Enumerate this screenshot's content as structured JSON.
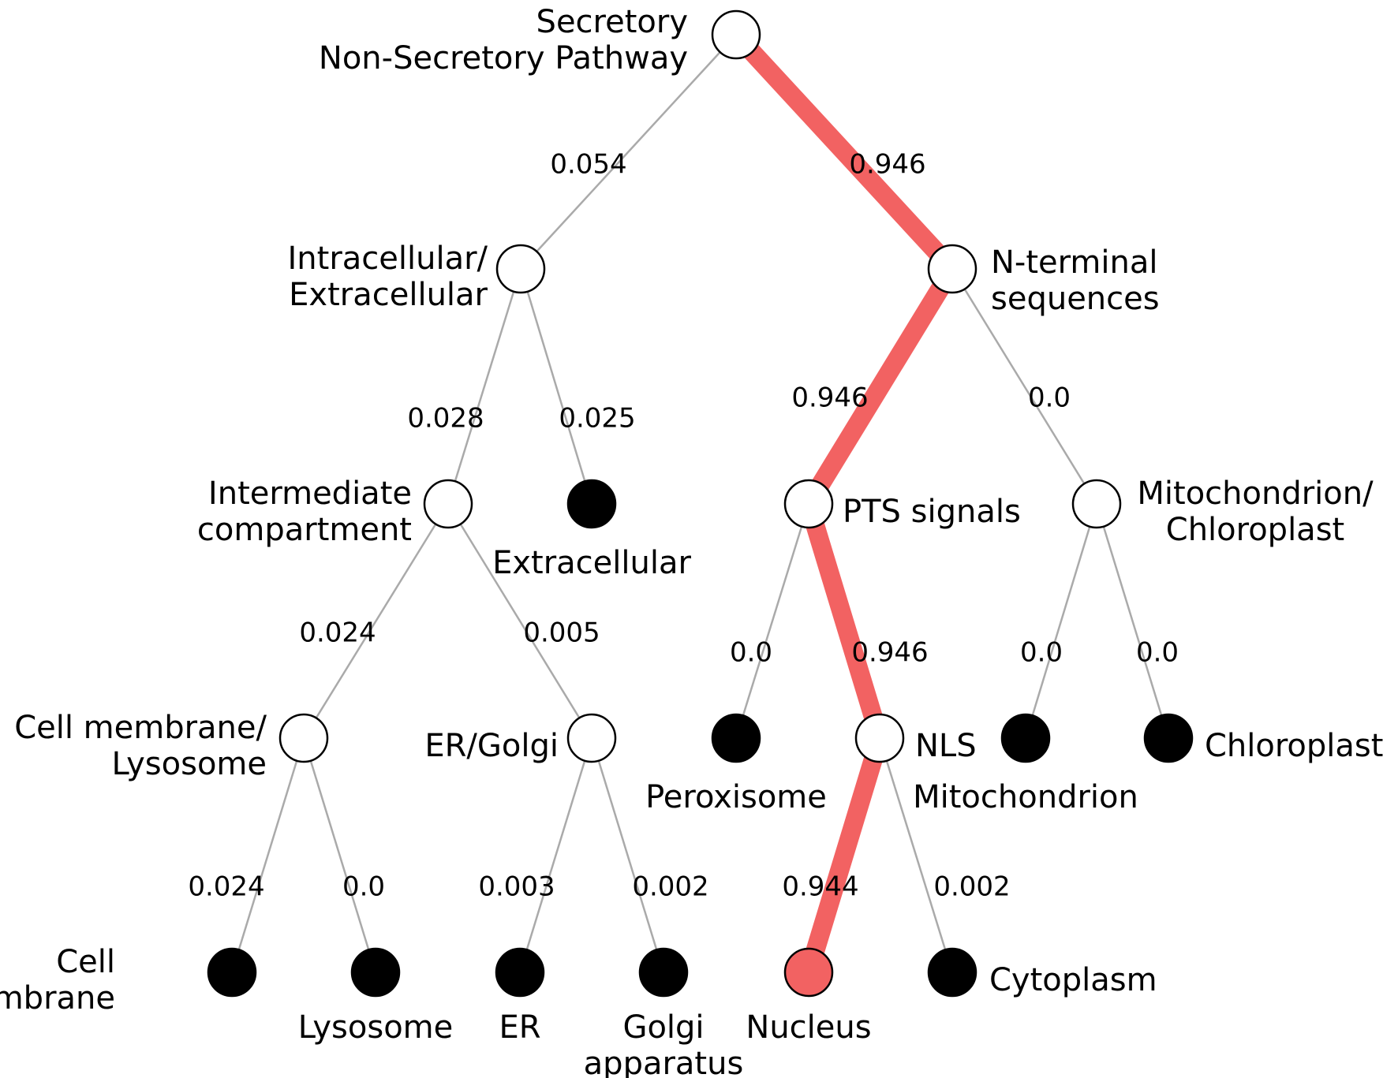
{
  "colors": {
    "highlight": "#f26262",
    "edge": "#aaaaaa",
    "internal_node": "#ffffff",
    "leaf_node": "#000000"
  },
  "nodes": {
    "root": {
      "label": [
        "Secretory",
        "Non-Secretory Pathway"
      ],
      "type": "internal"
    },
    "intra": {
      "label": [
        "Intracellular/",
        "Extracellular"
      ],
      "type": "internal"
    },
    "nterm": {
      "label": [
        "N-terminal",
        "sequences"
      ],
      "type": "internal"
    },
    "intermed": {
      "label": [
        "Intermediate",
        "compartment"
      ],
      "type": "internal"
    },
    "extra": {
      "label": [
        "Extracellular"
      ],
      "type": "leaf"
    },
    "pts": {
      "label": [
        "PTS signals"
      ],
      "type": "internal"
    },
    "mitochlo": {
      "label": [
        "Mitochondrion/",
        "Chloroplast"
      ],
      "type": "internal"
    },
    "cellmemlys": {
      "label": [
        "Cell membrane/",
        "Lysosome"
      ],
      "type": "internal"
    },
    "ergolgi": {
      "label": [
        "ER/Golgi"
      ],
      "type": "internal"
    },
    "perox": {
      "label": [
        "Peroxisome"
      ],
      "type": "leaf"
    },
    "nls": {
      "label": [
        "NLS"
      ],
      "type": "internal"
    },
    "mito": {
      "label": [
        "Mitochondrion"
      ],
      "type": "leaf"
    },
    "chloro": {
      "label": [
        "Chloroplast"
      ],
      "type": "leaf"
    },
    "cellmem": {
      "label": [
        "Cell",
        "membrane"
      ],
      "type": "leaf"
    },
    "lyso": {
      "label": [
        "Lysosome"
      ],
      "type": "leaf"
    },
    "er": {
      "label": [
        "ER"
      ],
      "type": "leaf"
    },
    "golgi": {
      "label": [
        "Golgi",
        "apparatus"
      ],
      "type": "leaf"
    },
    "nucleus": {
      "label": [
        "Nucleus"
      ],
      "type": "leaf",
      "highlighted": true
    },
    "cyto": {
      "label": [
        "Cytoplasm"
      ],
      "type": "leaf"
    }
  },
  "edges": [
    {
      "from": "root",
      "to": "intra",
      "prob": "0.054"
    },
    {
      "from": "root",
      "to": "nterm",
      "prob": "0.946",
      "highlighted": true
    },
    {
      "from": "intra",
      "to": "intermed",
      "prob": "0.028"
    },
    {
      "from": "intra",
      "to": "extra",
      "prob": "0.025"
    },
    {
      "from": "nterm",
      "to": "pts",
      "prob": "0.946",
      "highlighted": true
    },
    {
      "from": "nterm",
      "to": "mitochlo",
      "prob": "0.0"
    },
    {
      "from": "intermed",
      "to": "cellmemlys",
      "prob": "0.024"
    },
    {
      "from": "intermed",
      "to": "ergolgi",
      "prob": "0.005"
    },
    {
      "from": "pts",
      "to": "perox",
      "prob": "0.0"
    },
    {
      "from": "pts",
      "to": "nls",
      "prob": "0.946",
      "highlighted": true
    },
    {
      "from": "mitochlo",
      "to": "mito",
      "prob": "0.0"
    },
    {
      "from": "mitochlo",
      "to": "chloro",
      "prob": "0.0"
    },
    {
      "from": "cellmemlys",
      "to": "cellmem",
      "prob": "0.024"
    },
    {
      "from": "cellmemlys",
      "to": "lyso",
      "prob": "0.0"
    },
    {
      "from": "ergolgi",
      "to": "er",
      "prob": "0.003"
    },
    {
      "from": "ergolgi",
      "to": "golgi",
      "prob": "0.002"
    },
    {
      "from": "nls",
      "to": "nucleus",
      "prob": "0.944",
      "highlighted": true
    },
    {
      "from": "nls",
      "to": "cyto",
      "prob": "0.002"
    }
  ]
}
